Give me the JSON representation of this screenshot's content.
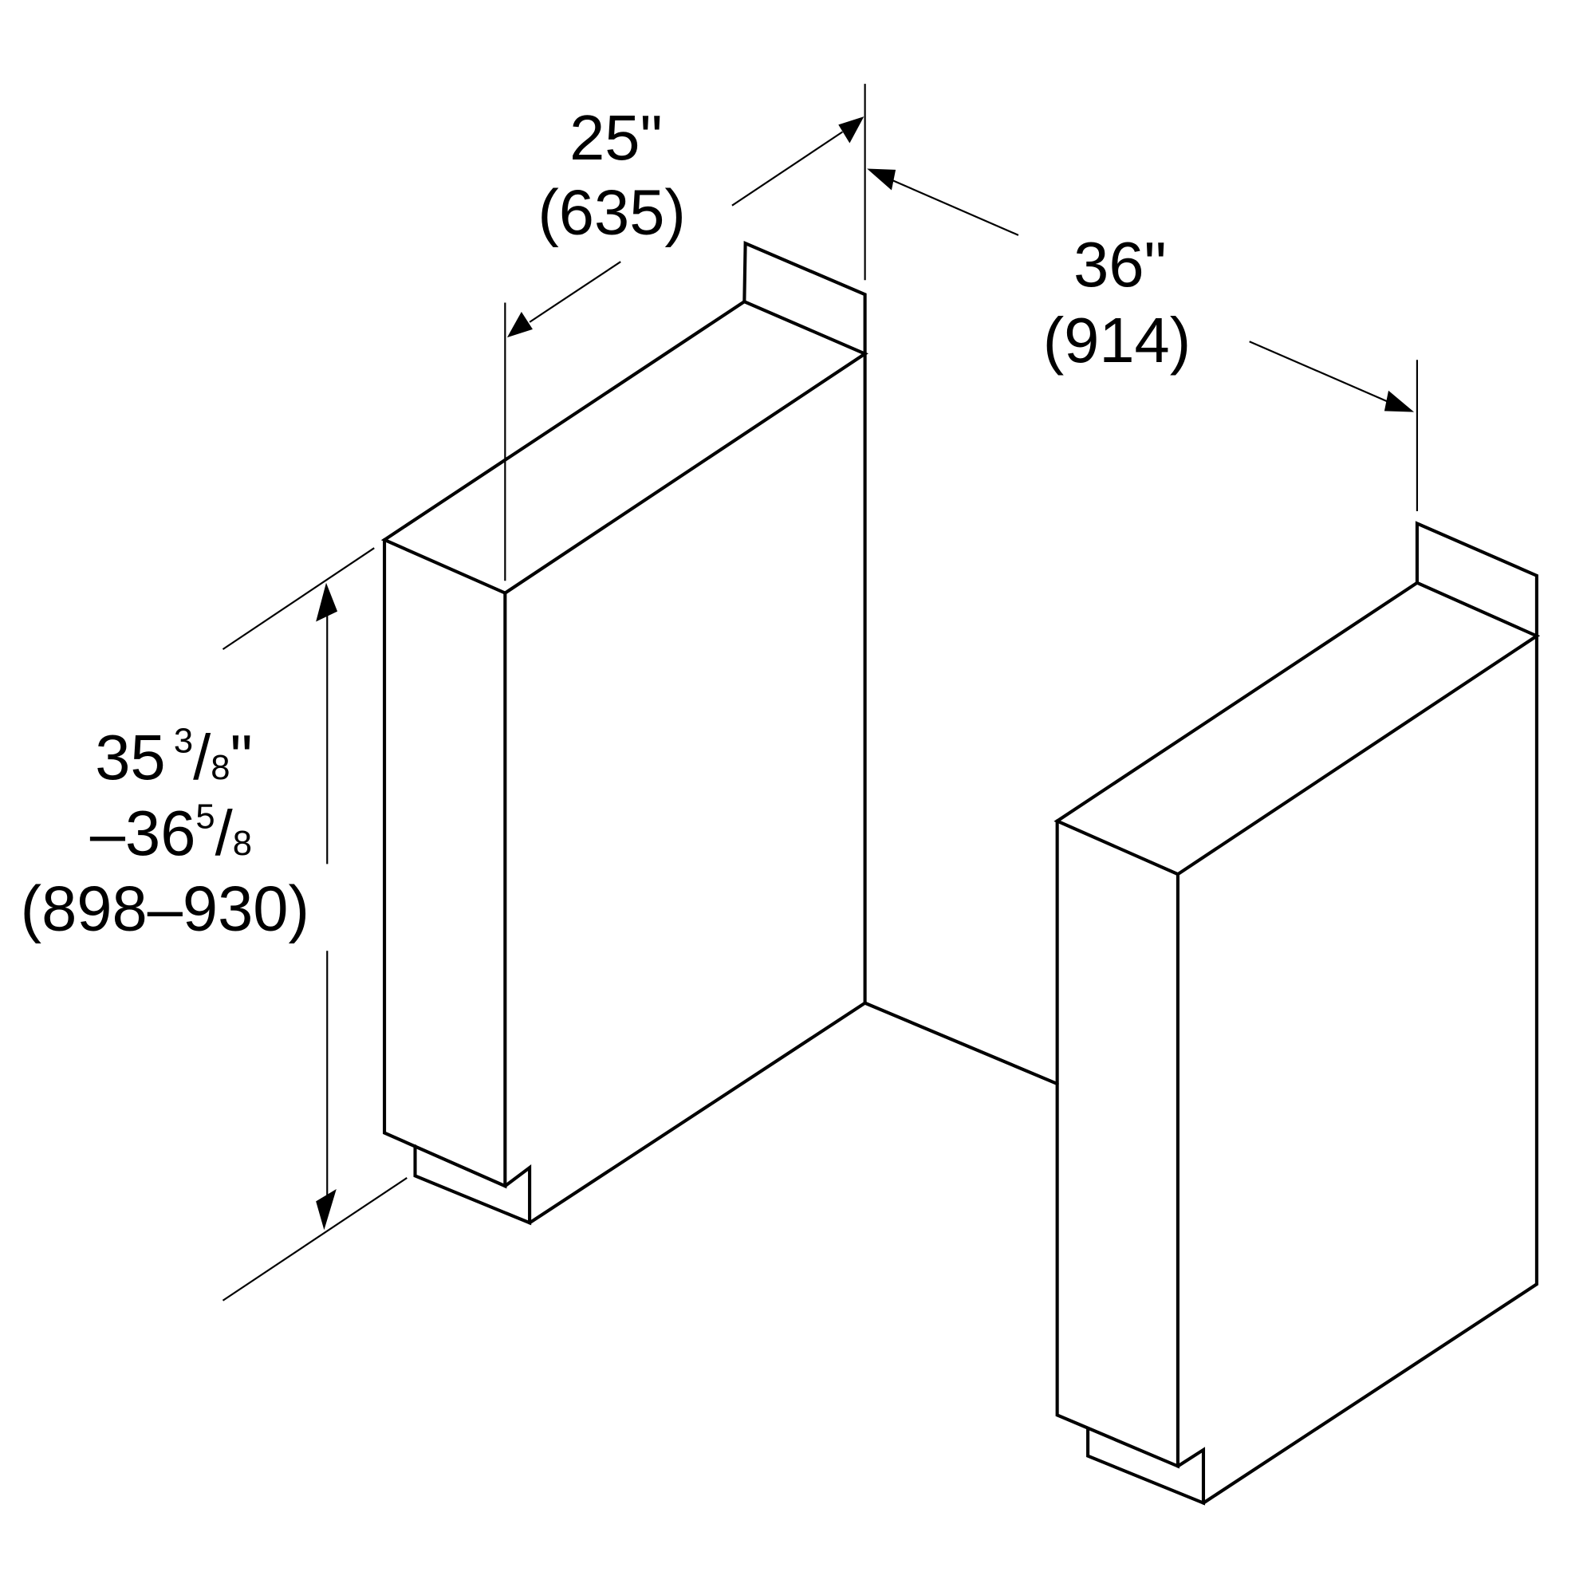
{
  "diagram": {
    "type": "isometric dimension drawing",
    "background": "#ffffff",
    "line_color": "#000000",
    "objects": [
      {
        "name": "left-cabinet",
        "description": "base cabinet box with back flap and recessed toe kick"
      },
      {
        "name": "right-cabinet",
        "description": "base cabinet box with back flap and recessed toe kick"
      }
    ]
  },
  "dimensions": {
    "depth": {
      "inches": "25\"",
      "mm": "(635)"
    },
    "width": {
      "inches": "36\"",
      "mm": "(914)"
    },
    "height": {
      "inches_whole": "35",
      "inches_frac_num": "3",
      "inches_frac_den": "8",
      "inches_unit": "\"",
      "range_sep": "–",
      "inches2_whole": "36",
      "inches2_frac_num": "5",
      "inches2_frac_den": "8",
      "mm": "(898–930)"
    }
  }
}
